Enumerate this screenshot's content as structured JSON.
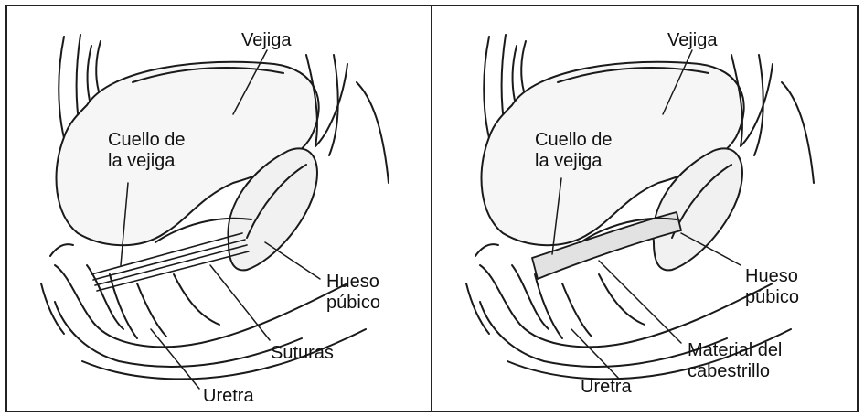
{
  "colors": {
    "line": "#1a1a1a",
    "border": "#222222",
    "background": "#ffffff",
    "tissue": "#f4f4f4"
  },
  "left_panel": {
    "bladder": "Vejiga",
    "bladder_neck": "Cuello de\nla vejiga",
    "pubic_bone": "Hueso\npúbico",
    "sutures": "Suturas",
    "urethra": "Uretra"
  },
  "right_panel": {
    "bladder": "Vejiga",
    "bladder_neck": "Cuello de\nla vejiga",
    "pubic_bone": "Hueso\npúbico",
    "sling_material": "Material del\ncabestrillo",
    "urethra": "Uretra"
  }
}
